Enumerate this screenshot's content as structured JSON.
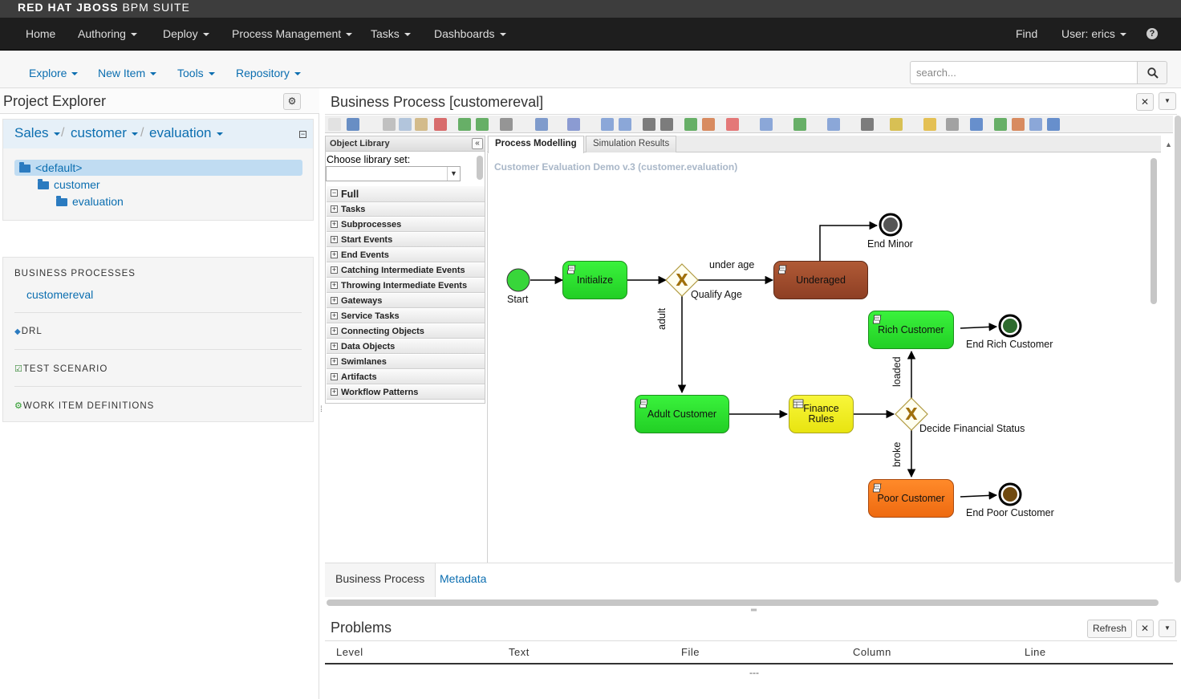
{
  "brand": {
    "bold": "RED HAT JBOSS",
    "rest": "BPM SUITE"
  },
  "main_nav": {
    "items": [
      "Home",
      "Authoring",
      "Deploy",
      "Process Management",
      "Tasks",
      "Dashboards"
    ],
    "find": "Find",
    "user": "User: erics",
    "help": "?"
  },
  "sub_nav": {
    "items": [
      "Explore",
      "New Item",
      "Tools",
      "Repository"
    ],
    "search_placeholder": "search..."
  },
  "explorer": {
    "title": "Project Explorer",
    "breadcrumb": [
      "Sales",
      "customer",
      "evaluation"
    ],
    "separator": "/",
    "tree": [
      "<default>",
      "customer",
      "evaluation"
    ],
    "sections": [
      {
        "heading": "BUSINESS PROCESSES",
        "items": [
          "customereval"
        ]
      },
      {
        "heading": "DRL",
        "items": []
      },
      {
        "heading": "TEST SCENARIO",
        "items": []
      },
      {
        "heading": "WORK ITEM DEFINITIONS",
        "items": []
      }
    ]
  },
  "editor": {
    "title": "Business Process [customereval]",
    "object_library": {
      "title": "Object Library",
      "choose_label": "Choose library set:",
      "groups": [
        "Full",
        "Tasks",
        "Subprocesses",
        "Start Events",
        "End Events",
        "Catching Intermediate Events",
        "Throwing Intermediate Events",
        "Gateways",
        "Service Tasks",
        "Connecting Objects",
        "Data Objects",
        "Swimlanes",
        "Artifacts",
        "Workflow Patterns"
      ]
    },
    "canvas_tabs": [
      "Process Modelling",
      "Simulation Results"
    ],
    "canvas_title": "Customer Evaluation Demo v.3 (customer.evaluation)",
    "process": {
      "start_label": "Start",
      "tasks": {
        "initialize": "Initialize",
        "underaged": "Underaged",
        "adult": "Adult Customer",
        "finance_1": "Finance",
        "finance_2": "Rules",
        "rich": "Rich Customer",
        "poor": "Poor Customer"
      },
      "gateways": {
        "age": "Qualify Age",
        "financial": "Decide Financial Status"
      },
      "edge_labels": {
        "under_age": "under age",
        "adult": "adult",
        "loaded": "loaded",
        "broke": "broke"
      },
      "end_events": {
        "minor": "End Minor",
        "rich": "End Rich Customer",
        "poor": "End Poor Customer"
      },
      "colors": {
        "start": "#38d63a",
        "initialize": "#2fe032",
        "underaged": "#9a4a2e",
        "finance": "#f4f21c",
        "poor": "#f57b1c",
        "gateway_mark": "#a0700a"
      }
    },
    "bottom_tabs": [
      "Business Process",
      "Metadata"
    ]
  },
  "problems": {
    "title": "Problems",
    "refresh": "Refresh",
    "columns": [
      "Level",
      "Text",
      "File",
      "Column",
      "Line"
    ],
    "empty": "---"
  }
}
